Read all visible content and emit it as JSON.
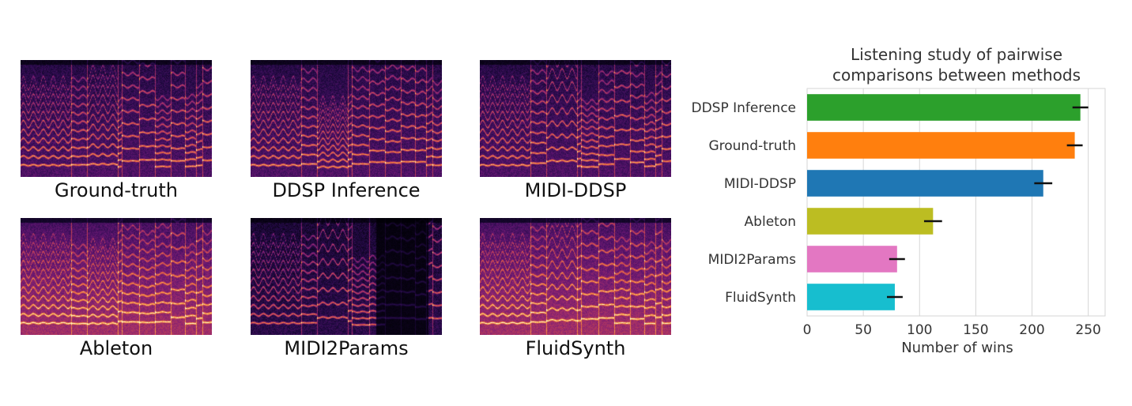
{
  "spectrograms": [
    {
      "label": "Ground-truth",
      "style": "gt"
    },
    {
      "label": "DDSP Inference",
      "style": "gt"
    },
    {
      "label": "MIDI-DDSP",
      "style": "gt"
    },
    {
      "label": "Ableton",
      "style": "bright"
    },
    {
      "label": "MIDI2Params",
      "style": "dark"
    },
    {
      "label": "FluidSynth",
      "style": "bright"
    }
  ],
  "chart_data": {
    "type": "bar",
    "orientation": "horizontal",
    "title": "Listening study of pairwise comparisons between methods",
    "title_lines": [
      "Listening study of pairwise",
      "comparisons between methods"
    ],
    "categories": [
      "DDSP Inference",
      "Ground-truth",
      "MIDI-DDSP",
      "Ableton",
      "MIDI2Params",
      "FluidSynth"
    ],
    "values": [
      243,
      238,
      210,
      112,
      80,
      78
    ],
    "errors": [
      7,
      7,
      8,
      8,
      7,
      7
    ],
    "colors": [
      "#2ca02c",
      "#ff7f0e",
      "#1f77b4",
      "#bcbd22",
      "#e377c2",
      "#17becf"
    ],
    "xlabel": "Number of wins",
    "ylabel": "",
    "xlim": [
      0,
      265
    ],
    "xticks": [
      0,
      50,
      100,
      150,
      200,
      250
    ],
    "grid": true
  }
}
